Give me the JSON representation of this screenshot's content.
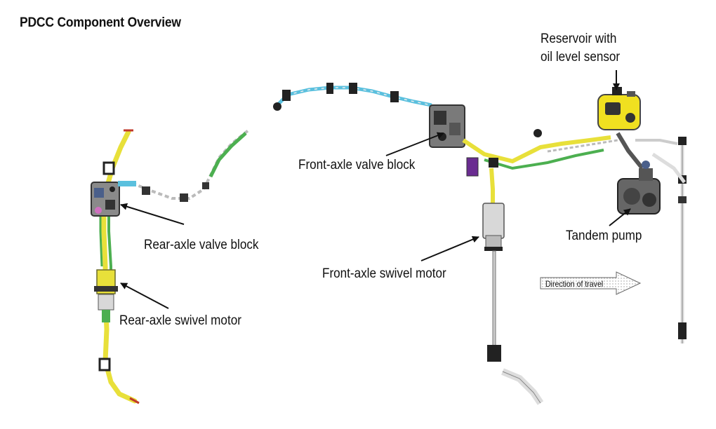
{
  "title": "PDCC Component Overview",
  "labels": {
    "reservoir_line1": "Reservoir with",
    "reservoir_line2": "oil level sensor",
    "front_valve_block": "Front-axle valve block",
    "rear_valve_block": "Rear-axle valve block",
    "front_swivel_motor": "Front-axle swivel motor",
    "tandem_pump": "Tandem pump",
    "rear_swivel_motor": "Rear-axle swivel motor",
    "direction_of_travel": "Direction of travel"
  },
  "colors": {
    "yellow_line": "#e8e03a",
    "green_line": "#4caf50",
    "blue_line": "#5bc0de",
    "purple_part": "#6a2c91",
    "grey_part": "#9a9a9a",
    "dark_part": "#222222"
  }
}
